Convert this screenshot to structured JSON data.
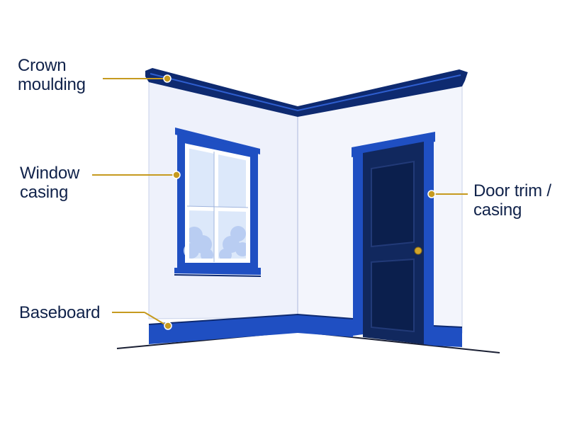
{
  "labels": {
    "crown": "Crown\nmoulding",
    "window": "Window\ncasing",
    "door": "Door trim /\ncasing",
    "baseboard": "Baseboard"
  },
  "colors": {
    "navy": "#0e2a70",
    "blue": "#1f4fc2",
    "door_fill": "#11285e",
    "door_panel": "#0b1f4d",
    "wall_left": "#eef1fb",
    "wall_right": "#f3f5fc",
    "leader": "#c69a1f",
    "sky": "#dce8fa",
    "cloud": "#b9cdf2",
    "text": "#10224a"
  },
  "icons": {
    "knob": "door-knob-icon",
    "callout": "callout-dot-icon"
  }
}
